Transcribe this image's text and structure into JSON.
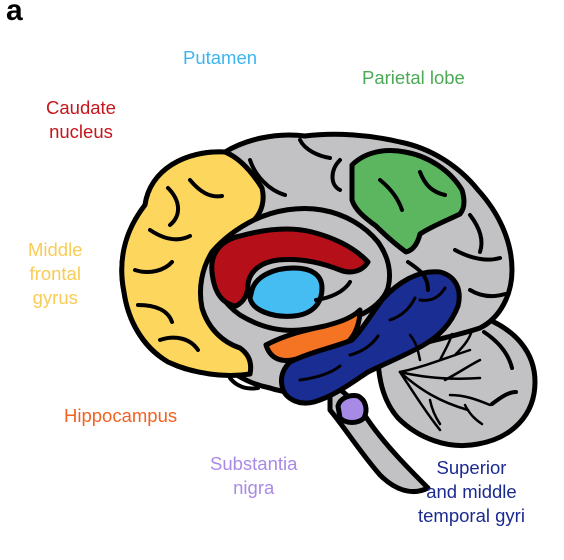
{
  "panel_letter": "a",
  "labels": {
    "putamen": {
      "text": "Putamen",
      "color": "#3db5ef"
    },
    "parietal": {
      "text": "Parietal lobe",
      "color": "#4caa55"
    },
    "caudate": {
      "lines": [
        "Caudate",
        "nucleus"
      ],
      "color": "#c4161c"
    },
    "frontal": {
      "lines": [
        "Middle",
        "frontal",
        "gyrus"
      ],
      "color": "#f8cc55"
    },
    "hippocampus": {
      "text": "Hippocampus",
      "color": "#f26122"
    },
    "substantia": {
      "lines": [
        "Substantia",
        "nigra"
      ],
      "color": "#a98ae6"
    },
    "temporal": {
      "lines": [
        "Superior",
        "and middle",
        "temporal gyri"
      ],
      "color": "#1b2a8f"
    }
  },
  "colors": {
    "brain_gray": "#c2c2c4",
    "frontal_fill": "#fcd65d",
    "parietal_fill": "#5cb55f",
    "caudate_fill": "#b5101a",
    "putamen_fill": "#45bdf3",
    "hippocampus_fill": "#f47424",
    "temporal_fill": "#1a2d92",
    "substantia_fill": "#a78ae6",
    "outline": "#000000"
  }
}
